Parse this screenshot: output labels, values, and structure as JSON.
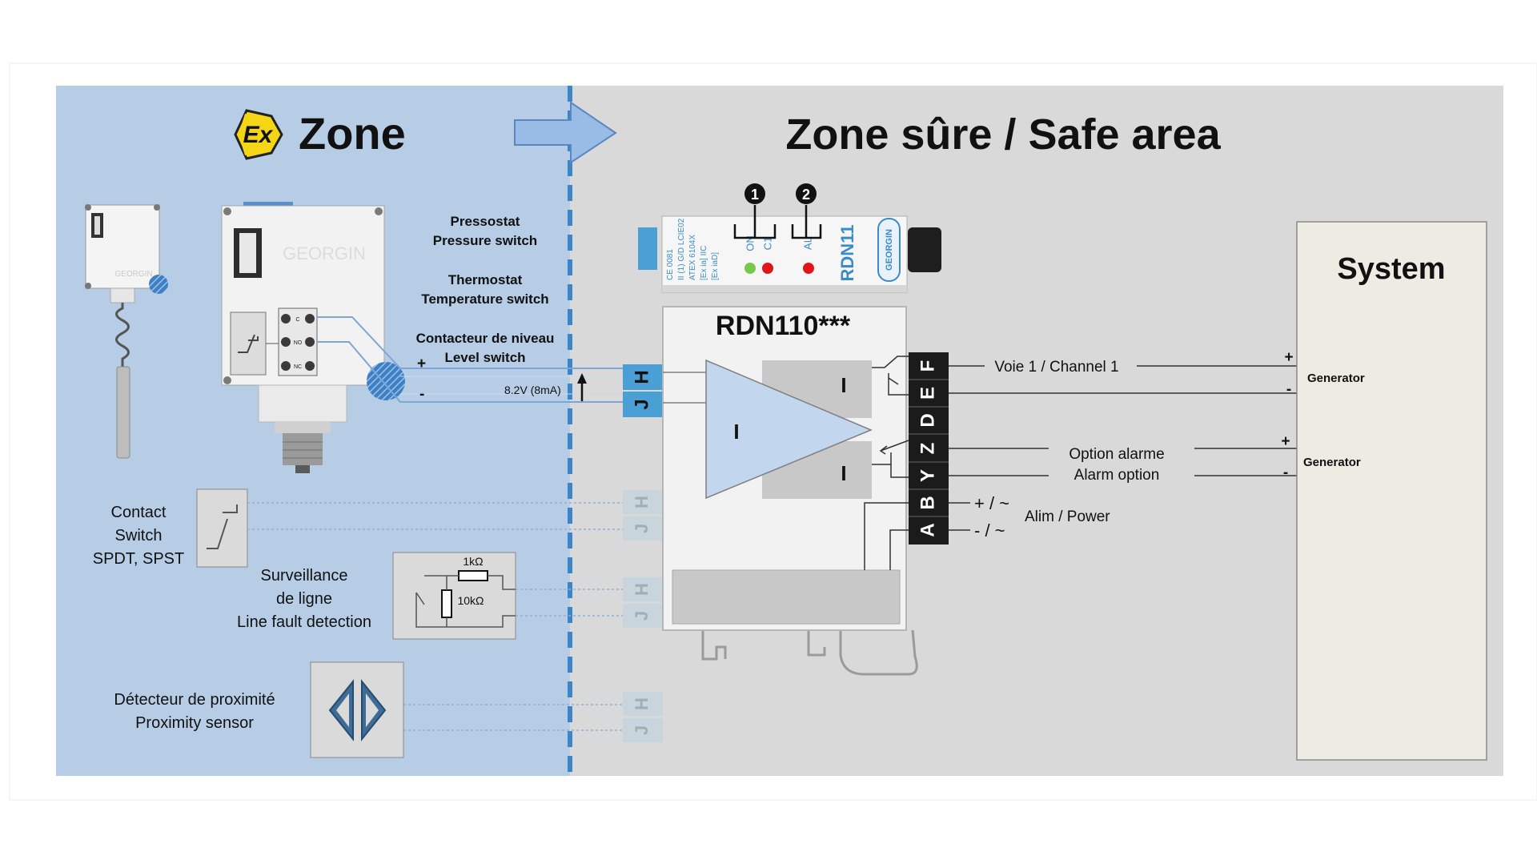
{
  "header": {
    "hazard_symbol": "Ex",
    "hazard_zone": "Zone",
    "safe_zone": "Zone sûre / Safe area"
  },
  "colors": {
    "hazard_bg": "#b7cde6",
    "safe_bg": "#d9d9d9",
    "divider": "#3b86c8",
    "terminal_hi": "#4a9fd4",
    "terminal_lo": "#c7d5dd",
    "amplifier": "#c2d6ee",
    "system_bg": "#eeebe3",
    "terminal_block": "#1b1b1b",
    "ex_yellow": "#f5d616"
  },
  "sensors": {
    "pressure": [
      "Pressostat",
      "Pressure switch"
    ],
    "temperature": [
      "Thermostat",
      "Temperature switch"
    ],
    "level": [
      "Contacteur de niveau",
      "Level switch"
    ],
    "contact": [
      "Contact",
      "Switch",
      "SPDT, SPST"
    ],
    "line_fault": [
      "Surveillance",
      "de ligne",
      "Line fault detection"
    ],
    "proximity": [
      "Détecteur de proximité",
      "Proximity sensor"
    ]
  },
  "devices": {
    "brand": "GEORGIN",
    "switch_terms": [
      "C",
      "NO",
      "NC"
    ],
    "resistor_1": "1kΩ",
    "resistor_2": "10kΩ"
  },
  "wiring": {
    "plus": "+",
    "minus": "-",
    "voltage": "8.2V (8mA)"
  },
  "module": {
    "name": "RDN110***",
    "label_model": "RDN11",
    "label_brand": "GEORGIN",
    "label_cert_lines": [
      "CE 0081",
      "II (1) G/D LCIE02",
      "ATEX 6104X",
      "[Ex ia] IIC",
      "[Ex iaD]"
    ],
    "led_on": "ON",
    "led_c1": "C1",
    "led_al": "AL",
    "marker_1": "1",
    "marker_2": "2",
    "input_terminals": [
      "H",
      "J"
    ],
    "output_terminals": [
      "F",
      "E",
      "D",
      "Z",
      "Y",
      "B",
      "A"
    ],
    "amp_mark": "I"
  },
  "outputs": {
    "channel": "Voie 1 / Channel 1",
    "alarm_fr": "Option alarme",
    "alarm_en": "Alarm option",
    "power": "Alim / Power",
    "power_plus": "+ / ~",
    "power_minus": "- / ~"
  },
  "system": {
    "title": "System",
    "generator": "Generator",
    "plus": "+",
    "minus": "-"
  }
}
